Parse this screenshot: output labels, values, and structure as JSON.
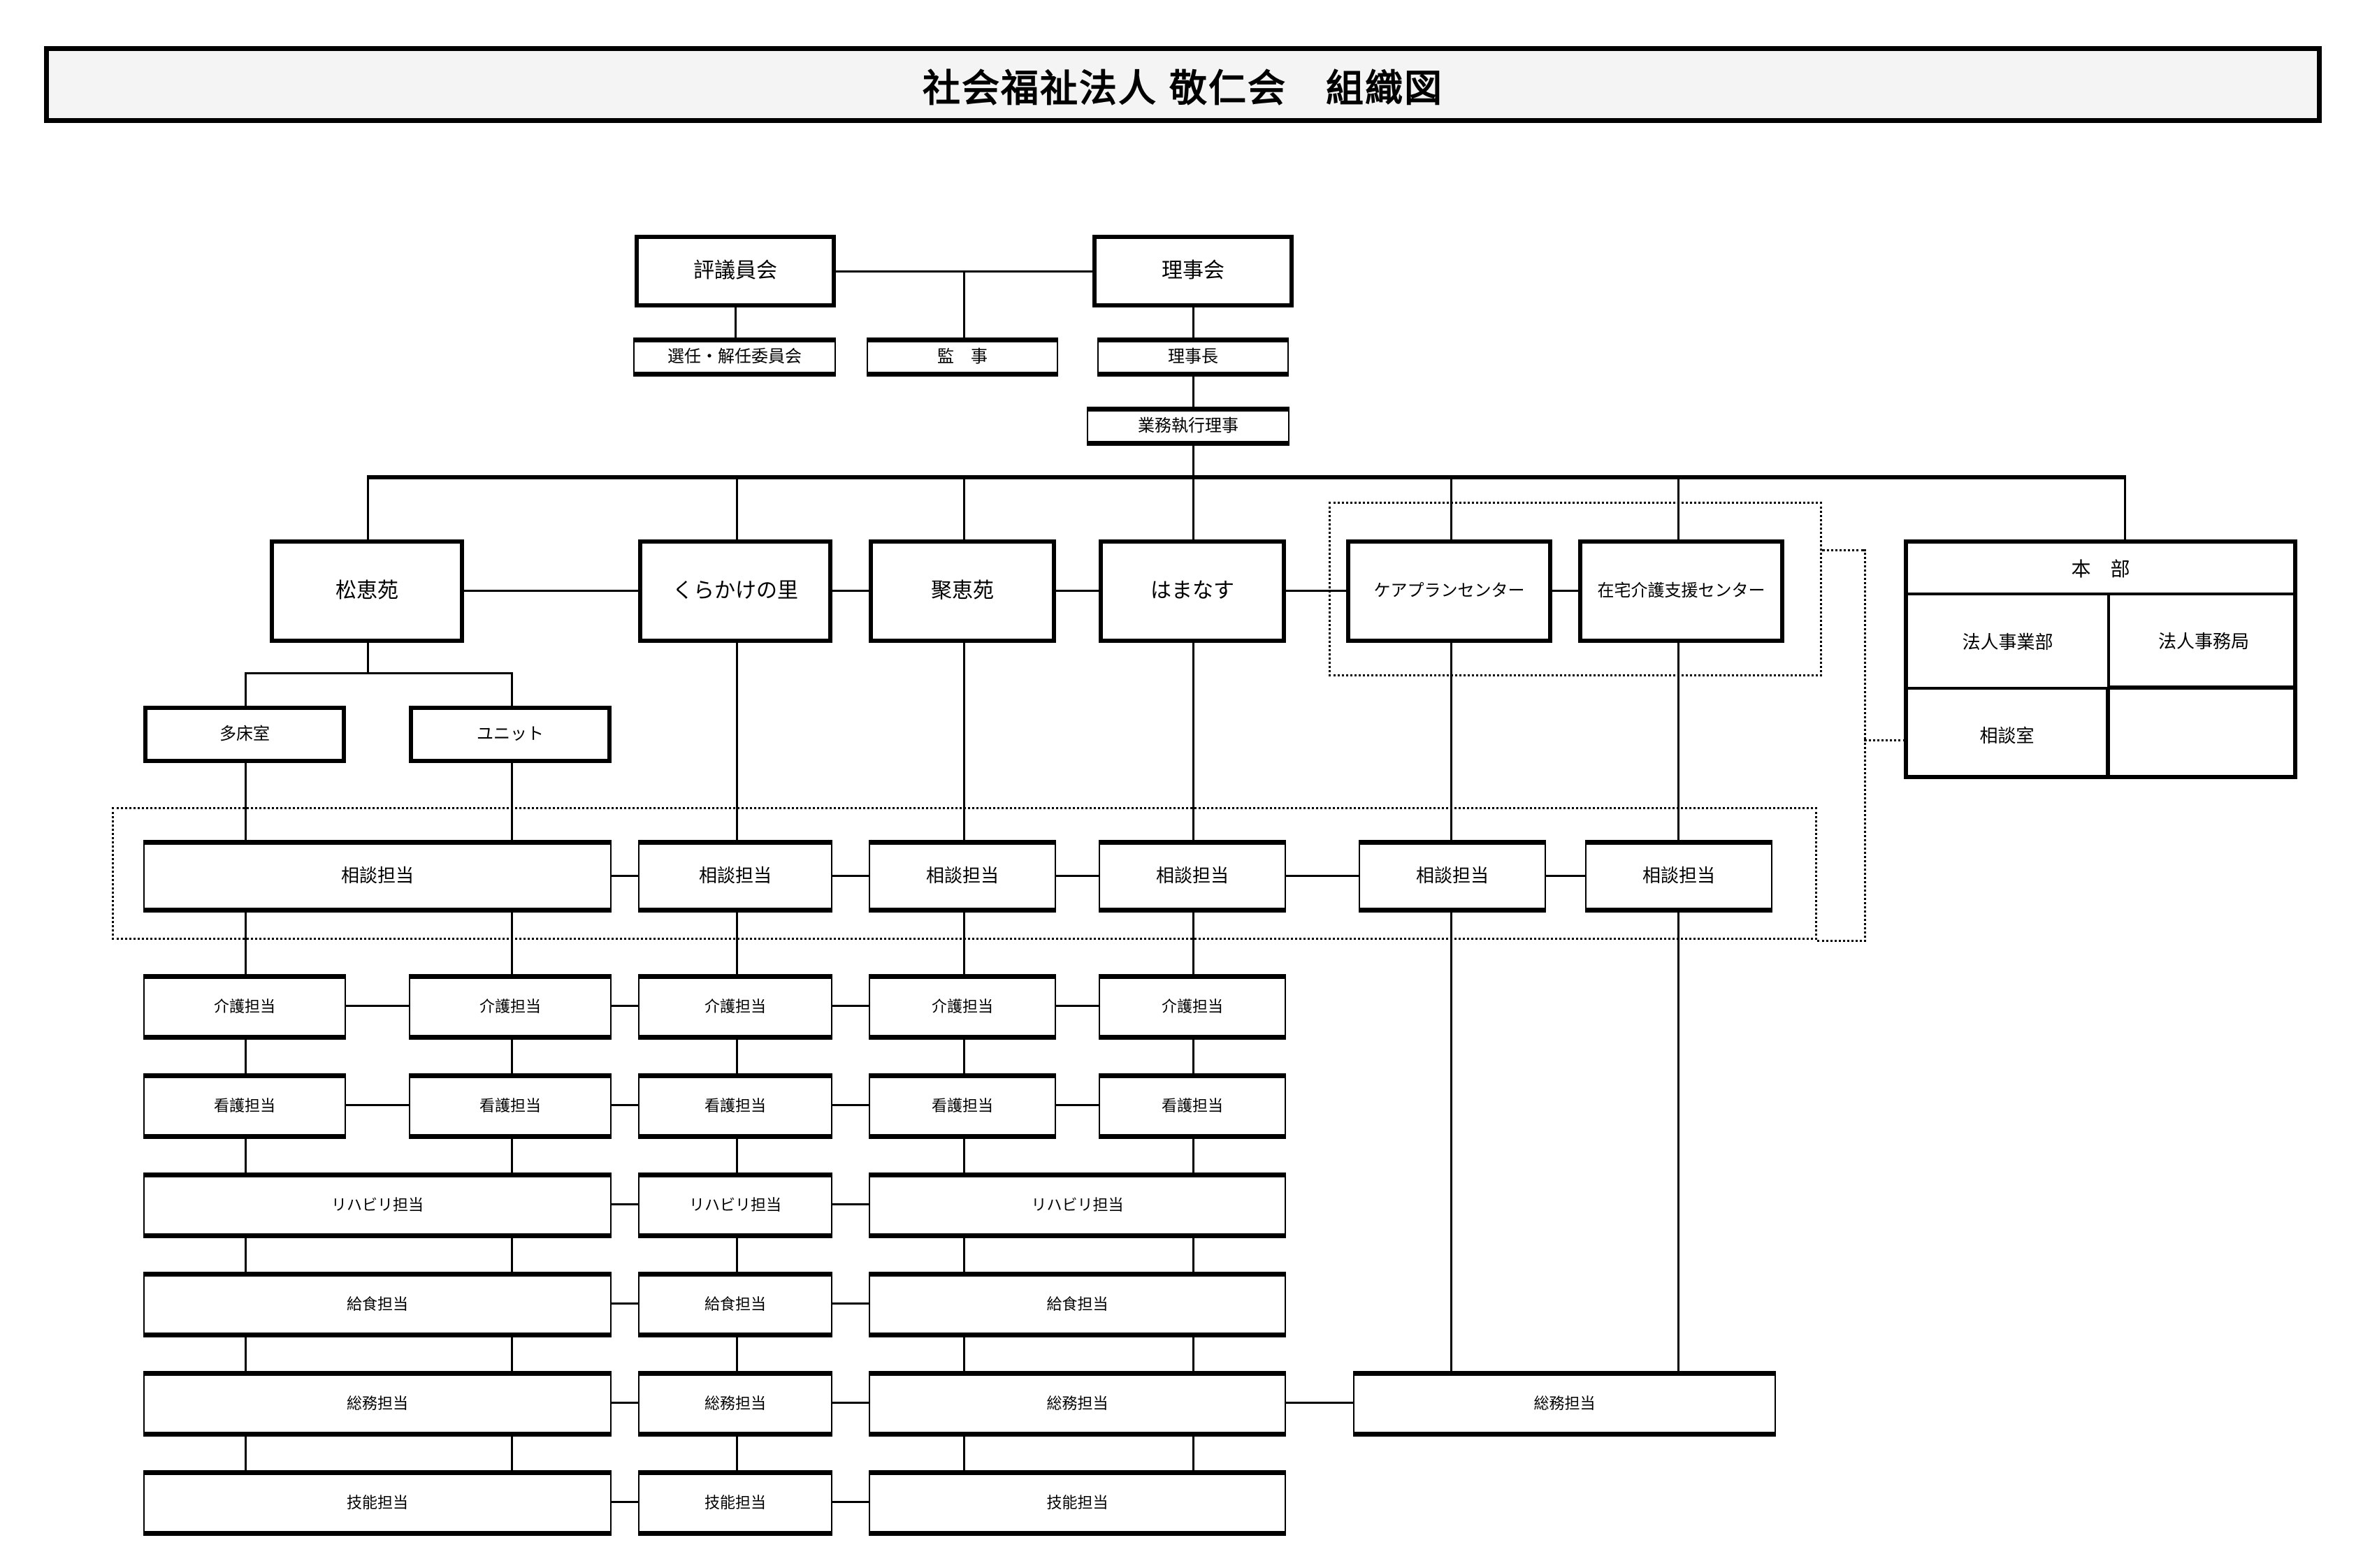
{
  "document": {
    "title": "社会福祉法人 敬仁会　組織図",
    "type": "organization-chart"
  },
  "governance": {
    "hyougiinkai": "評議員会",
    "rijikai": "理事会",
    "sennin_kainin": "選任・解任委員会",
    "kanji": "監　事",
    "rijichou": "理事長",
    "gyoumu_shikkou_riji": "業務執行理事"
  },
  "facilities": [
    {
      "name": "松恵苑"
    },
    {
      "name": "くらかけの里"
    },
    {
      "name": "聚恵苑"
    },
    {
      "name": "はまなす"
    },
    {
      "name": "ケアプランセンター"
    },
    {
      "name": "在宅介護支援センター"
    }
  ],
  "shouenen_sub": [
    {
      "name": "多床室"
    },
    {
      "name": "ユニット"
    }
  ],
  "honbu": {
    "header": "本　部",
    "jigyoubu": "法人事業部",
    "jimukyoku": "法人事務局",
    "soudanshitsu": "相談室"
  },
  "rows": {
    "soudan": {
      "label": "相談担当",
      "boxes": [
        "相談担当",
        "相談担当",
        "相談担当",
        "相談担当",
        "相談担当",
        "相談担当"
      ]
    },
    "kaigo": {
      "label": "介護担当",
      "boxes": [
        "介護担当",
        "介護担当",
        "介護担当",
        "介護担当",
        "介護担当"
      ]
    },
    "kango": {
      "label": "看護担当",
      "boxes": [
        "看護担当",
        "看護担当",
        "看護担当",
        "看護担当",
        "看護担当"
      ]
    },
    "rehabili": {
      "label": "リハビリ担当",
      "boxes": [
        "リハビリ担当",
        "リハビリ担当",
        "リハビリ担当"
      ]
    },
    "kyuushoku": {
      "label": "給食担当",
      "boxes": [
        "給食担当",
        "給食担当",
        "給食担当"
      ]
    },
    "soumu": {
      "label": "総務担当",
      "boxes": [
        "総務担当",
        "総務担当",
        "総務担当",
        "総務担当"
      ]
    },
    "ginou": {
      "label": "技能担当",
      "boxes": [
        "技能担当",
        "技能担当",
        "技能担当"
      ]
    }
  },
  "colors": {
    "line": "#000000",
    "title_fill": "#f4f4f4",
    "node_fill": "#ffffff"
  }
}
